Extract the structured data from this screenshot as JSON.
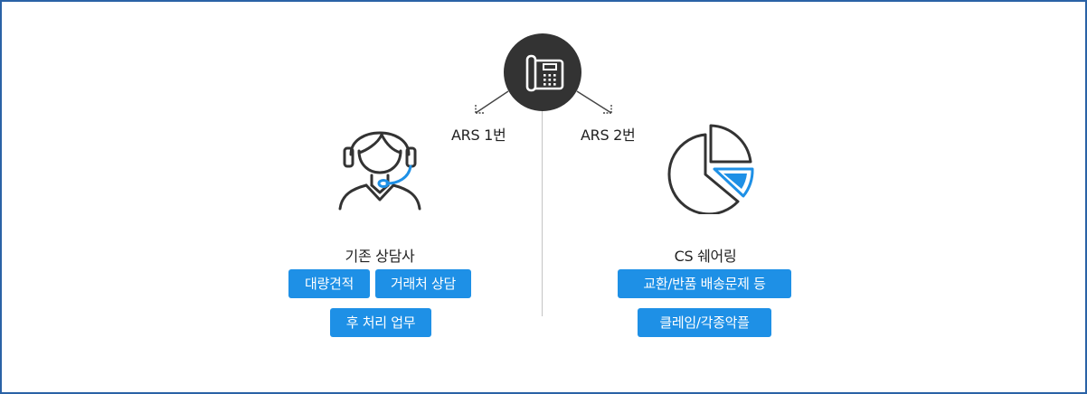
{
  "phone": {
    "icon": "telephone-icon"
  },
  "routes": {
    "left_label": "ARS 1번",
    "right_label": "ARS 2번"
  },
  "left_group": {
    "icon": "agent-headset-icon",
    "title": "기존 상담사",
    "tags": [
      "대량견적",
      "거래처 상담",
      "후 처리 업무"
    ]
  },
  "right_group": {
    "icon": "pie-chart-icon",
    "title": "CS 쉐어링",
    "tags": [
      "교환/반품 배송문제 등",
      "클레임/각종악플"
    ]
  },
  "colors": {
    "border": "#2a62a6",
    "tag_bg": "#1e90e6",
    "icon_dark": "#333333",
    "accent": "#1e90e6"
  }
}
